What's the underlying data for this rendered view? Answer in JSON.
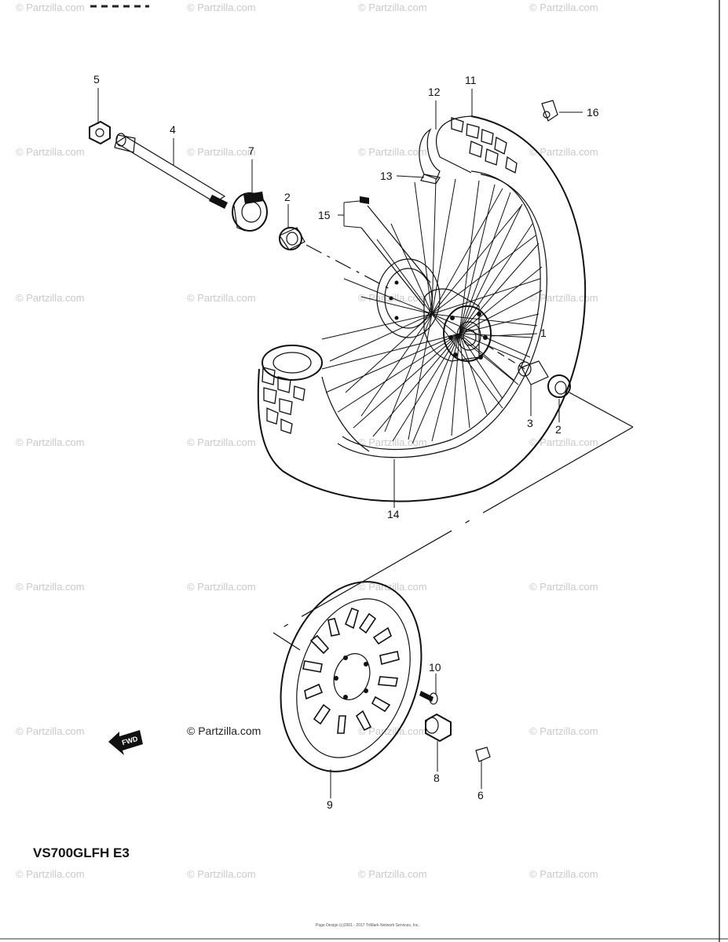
{
  "callouts": {
    "c1": "1",
    "c2a": "2",
    "c2b": "2",
    "c3": "3",
    "c4": "4",
    "c5": "5",
    "c6": "6",
    "c7": "7",
    "c8": "8",
    "c9": "9",
    "c10": "10",
    "c11": "11",
    "c12": "12",
    "c13": "13",
    "c14": "14",
    "c15": "15",
    "c16": "16"
  },
  "watermark": "© Partzilla.com",
  "fwd_label": "FWD",
  "model_label": "VS700GLFH  E3",
  "footer_text": "Page Design (c)2001 - 2017 TriMark Network Services, Inc."
}
